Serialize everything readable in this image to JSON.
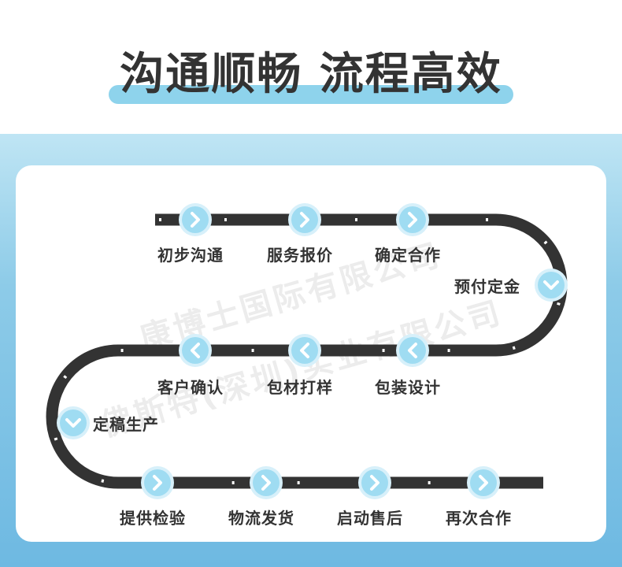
{
  "header": {
    "title": "沟通顺畅 流程高效"
  },
  "watermark": {
    "line1": "康博士国际有限公司",
    "line2": "佛斯特(深圳)实业有限公司"
  },
  "process": {
    "steps": [
      {
        "label": "初步沟通",
        "icon": "chevron-right-icon"
      },
      {
        "label": "服务报价",
        "icon": "chevron-right-icon"
      },
      {
        "label": "确定合作",
        "icon": "chevron-right-icon"
      },
      {
        "label": "预付定金",
        "icon": "chevron-down-icon"
      },
      {
        "label": "包装设计",
        "icon": "chevron-left-icon"
      },
      {
        "label": "包材打样",
        "icon": "chevron-left-icon"
      },
      {
        "label": "客户确认",
        "icon": "chevron-left-icon"
      },
      {
        "label": "定稿生产",
        "icon": "chevron-down-icon"
      },
      {
        "label": "提供检验",
        "icon": "chevron-right-icon"
      },
      {
        "label": "物流发货",
        "icon": "chevron-right-icon"
      },
      {
        "label": "启动售后",
        "icon": "chevron-right-icon"
      },
      {
        "label": "再次合作",
        "icon": "chevron-right-icon"
      }
    ]
  },
  "colors": {
    "road": "#333333",
    "road_dash": "#ffffff",
    "node_fill": "#9fdcf2",
    "node_ring": "#d7f0fa",
    "chevron": "#ffffff",
    "band_top": "#bfe5f4",
    "band_bottom": "#6eb9e2",
    "accent_bar": "#8ed3ec"
  }
}
